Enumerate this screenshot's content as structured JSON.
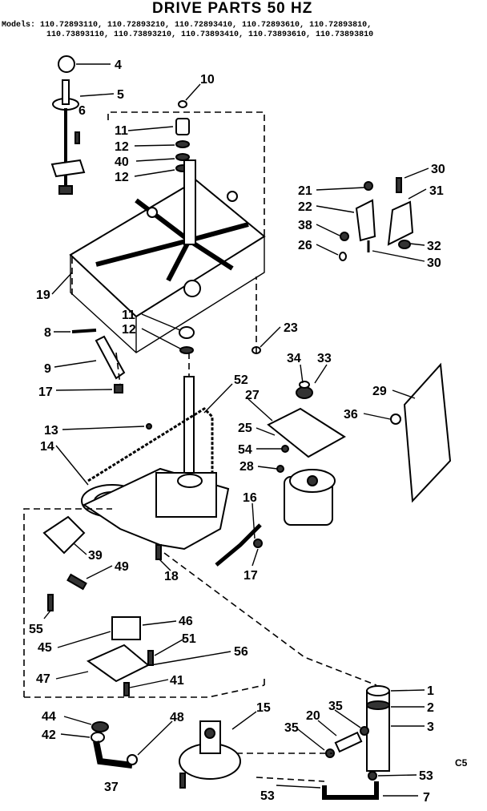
{
  "header": {
    "title": "DRIVE PARTS 50 HZ",
    "models_line1": "Models: 110.72893110, 110.72893210, 110.72893410, 110.72893610, 110.72893810,",
    "models_line2": "110.73893110, 110.73893210, 110.73893410, 110.73893610, 110.73893810"
  },
  "corner_code": "C5",
  "callouts": [
    {
      "id": "c4",
      "text": "4"
    },
    {
      "id": "c5",
      "text": "5"
    },
    {
      "id": "c6",
      "text": "6"
    },
    {
      "id": "c10",
      "text": "10"
    },
    {
      "id": "c11a",
      "text": "11"
    },
    {
      "id": "c12a",
      "text": "12"
    },
    {
      "id": "c40",
      "text": "40"
    },
    {
      "id": "c12b",
      "text": "12"
    },
    {
      "id": "c30a",
      "text": "30"
    },
    {
      "id": "c21",
      "text": "21"
    },
    {
      "id": "c31",
      "text": "31"
    },
    {
      "id": "c22",
      "text": "22"
    },
    {
      "id": "c38",
      "text": "38"
    },
    {
      "id": "c32",
      "text": "32"
    },
    {
      "id": "c26",
      "text": "26"
    },
    {
      "id": "c30b",
      "text": "30"
    },
    {
      "id": "c19",
      "text": "19"
    },
    {
      "id": "c11b",
      "text": "11"
    },
    {
      "id": "c12c",
      "text": "12"
    },
    {
      "id": "c23",
      "text": "23"
    },
    {
      "id": "c8",
      "text": "8"
    },
    {
      "id": "c34",
      "text": "34"
    },
    {
      "id": "c33",
      "text": "33"
    },
    {
      "id": "c9",
      "text": "9"
    },
    {
      "id": "c17a",
      "text": "17"
    },
    {
      "id": "c52",
      "text": "52"
    },
    {
      "id": "c27",
      "text": "27"
    },
    {
      "id": "c29",
      "text": "29"
    },
    {
      "id": "c13",
      "text": "13"
    },
    {
      "id": "c36",
      "text": "36"
    },
    {
      "id": "c14",
      "text": "14"
    },
    {
      "id": "c25",
      "text": "25"
    },
    {
      "id": "c54",
      "text": "54"
    },
    {
      "id": "c28",
      "text": "28"
    },
    {
      "id": "c16",
      "text": "16"
    },
    {
      "id": "c39",
      "text": "39"
    },
    {
      "id": "c49",
      "text": "49"
    },
    {
      "id": "c18",
      "text": "18"
    },
    {
      "id": "c17b",
      "text": "17"
    },
    {
      "id": "c55",
      "text": "55"
    },
    {
      "id": "c46",
      "text": "46"
    },
    {
      "id": "c45",
      "text": "45"
    },
    {
      "id": "c51",
      "text": "51"
    },
    {
      "id": "c56",
      "text": "56"
    },
    {
      "id": "c47",
      "text": "47"
    },
    {
      "id": "c41",
      "text": "41"
    },
    {
      "id": "c1",
      "text": "1"
    },
    {
      "id": "c44",
      "text": "44"
    },
    {
      "id": "c48",
      "text": "48"
    },
    {
      "id": "c15",
      "text": "15"
    },
    {
      "id": "c35a",
      "text": "35"
    },
    {
      "id": "c2",
      "text": "2"
    },
    {
      "id": "c42",
      "text": "42"
    },
    {
      "id": "c20",
      "text": "20"
    },
    {
      "id": "c3",
      "text": "3"
    },
    {
      "id": "c35b",
      "text": "35"
    },
    {
      "id": "c37",
      "text": "37"
    },
    {
      "id": "c53a",
      "text": "53"
    },
    {
      "id": "c53b",
      "text": "53"
    },
    {
      "id": "c7",
      "text": "7"
    }
  ]
}
